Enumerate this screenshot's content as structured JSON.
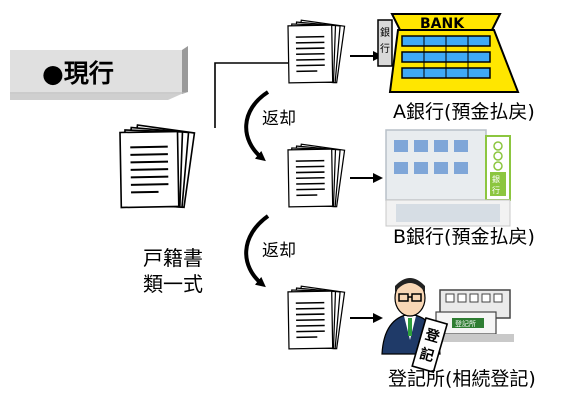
{
  "header": {
    "label": "●現行"
  },
  "documents": {
    "line1": "戸籍書",
    "line2": "類一式"
  },
  "returns": {
    "first": "返却",
    "second": "返却"
  },
  "destinations": {
    "bank_a": {
      "label": "A銀行(預金払戻)",
      "sign": "BANK",
      "side_sign": "銀行"
    },
    "bank_b": {
      "label": "B銀行(預金払戻)",
      "side_sign": "銀行"
    },
    "registry": {
      "label": "登記所(相続登記)",
      "sign": "登記所",
      "doc": "登記"
    }
  },
  "colors": {
    "header_grey": "#d9d9d9",
    "bank_a_yellow": "#ffe600",
    "bank_a_blue": "#3fa9f5",
    "bank_b_wall": "#e8ecef",
    "bank_b_window": "#7fa6d8",
    "bank_b_green": "#8cc63f"
  }
}
